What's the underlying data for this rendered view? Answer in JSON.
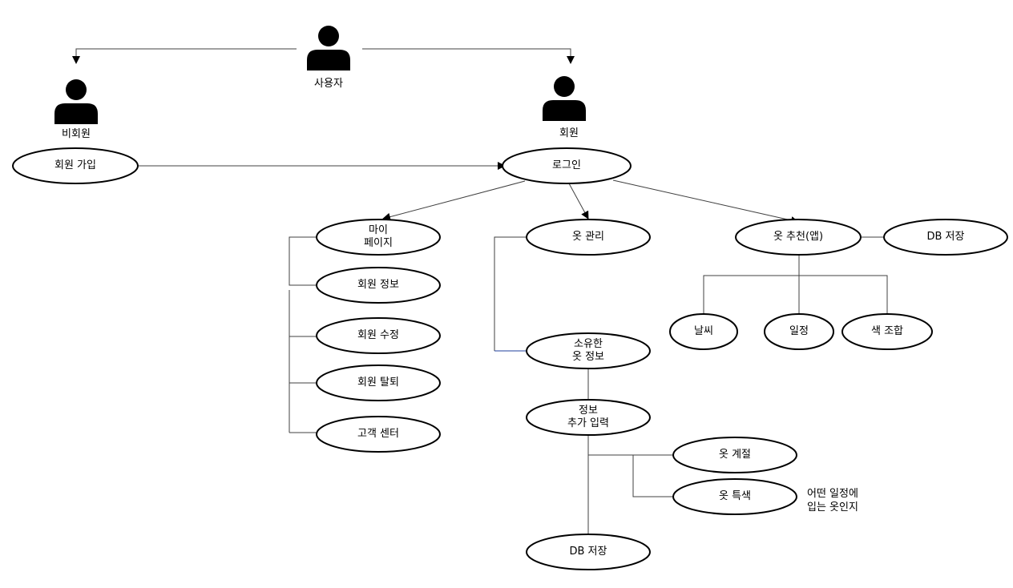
{
  "actors": {
    "user": "사용자",
    "guest": "비회원",
    "member": "회원"
  },
  "nodes": {
    "signup": "회원 가입",
    "login": "로그인",
    "mypage": "마이\n페이지",
    "member_info": "회원 정보",
    "member_edit": "회원 수정",
    "member_withdraw": "회원 탈퇴",
    "customer_center": "고객 센터",
    "clothes_manage": "옷 관리",
    "owned_clothes": "소유한\n옷 정보",
    "info_input": "정보\n추가 입력",
    "clothes_season": "옷 계절",
    "clothes_feature": "옷 특색",
    "db_save_bottom": "DB 저장",
    "recommend": "옷 추천(앱)",
    "db_save_right": "DB 저장",
    "weather": "날씨",
    "schedule": "일정",
    "color_combo": "색 조합"
  },
  "notes": {
    "feature_note_line1": "어떤 일정에",
    "feature_note_line2": "입는 옷인지"
  },
  "colors": {
    "stroke": "#000000",
    "line": "#404040",
    "blue_line": "#1f3f9e",
    "fill": "#ffffff"
  }
}
